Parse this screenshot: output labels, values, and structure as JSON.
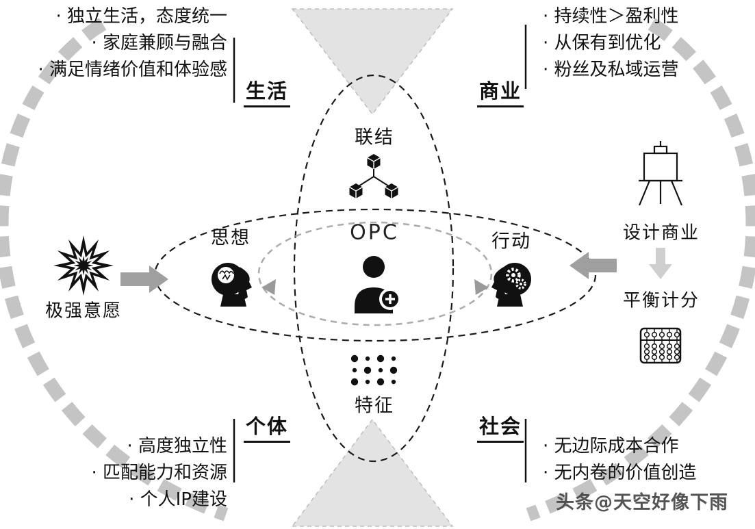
{
  "diagram": {
    "center": {
      "label": "OPC"
    },
    "nodes": {
      "top": "联结",
      "bottom": "特征",
      "left": "思想",
      "right": "行动"
    },
    "quadrants": {
      "life": {
        "label": "生活",
        "bullets": [
          "· 独立生活，态度统一",
          "· 家庭兼顾与融合",
          "· 满足情绪价值和体验感"
        ]
      },
      "business": {
        "label": "商业",
        "bullets": [
          "· 持续性＞盈利性",
          "· 从保有到优化",
          "· 粉丝及私域运营"
        ]
      },
      "individual": {
        "label": "个体",
        "bullets": [
          "· 高度独立性",
          "· 匹配能力和资源",
          "· 个人IP建设"
        ]
      },
      "society": {
        "label": "社会",
        "bullets": [
          "· 无边际成本合作",
          "· 无内卷的价值创造"
        ]
      }
    },
    "left_side": {
      "label": "极强意愿"
    },
    "right_side": {
      "design": "设计商业",
      "balance": "平衡计分"
    },
    "watermark": "头条@天空好像下雨",
    "icons": {
      "center": "person-plus-icon",
      "top": "cube-network-icon",
      "bottom": "dots-matrix-icon",
      "left": "brain-head-icon",
      "right": "gear-head-icon",
      "far_left": "burst-icon",
      "far_right_top": "easel-icon",
      "far_right_bottom": "abacus-icon",
      "arrows": [
        "arrow-right-icon",
        "arrow-left-icon",
        "arrow-down-icon"
      ]
    },
    "colors": {
      "arc_gray": "#c4c4c4",
      "triangle_gray": "#e3e3e3",
      "block_arrow_gray": "#9f9f9f",
      "light_arrow_gray": "#cfcfcf",
      "dash_black": "#1a1a1a",
      "flow_gray": "#adadad",
      "text_black": "#111111"
    }
  }
}
